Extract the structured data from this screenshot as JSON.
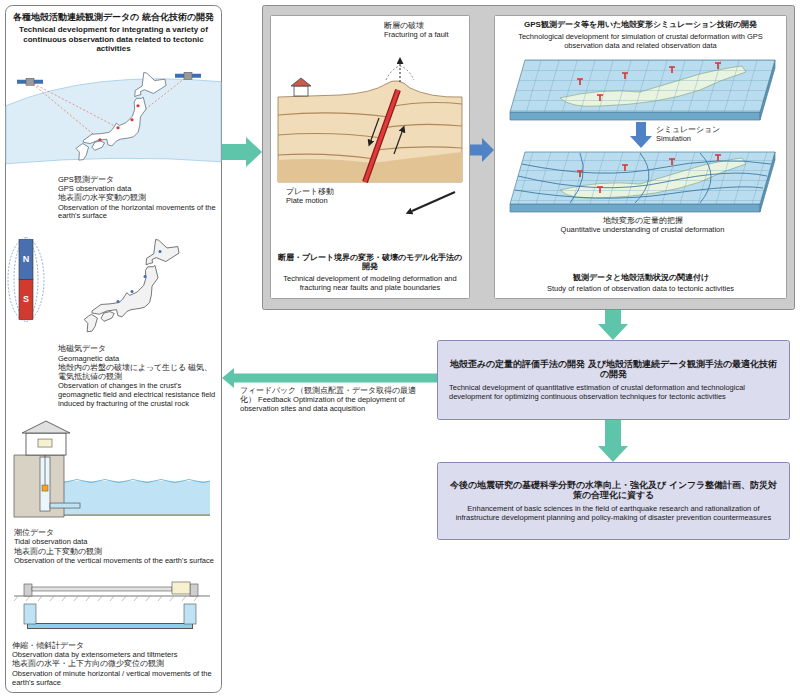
{
  "diagram": {
    "nodes": [
      {
        "text": [
          "各種地殻活動連続観測データの 統合化技術の開発",
          "Technical development for integrating a variety of continuous observation data related to tectonic activities"
        ]
      },
      {
        "text": []
      },
      {
        "text": [
          "断層・プレート境界の変形・破壊のモデル化手法の開発",
          "Technical development of modeling deformation and fracturing near faults and plate boundaries"
        ],
        "in": 1
      },
      {
        "text": [
          "GPS観測データ等を用いた地殻変形シミュレーション技術の開発",
          "Technological development for simulation of crustal deformation with GPS observation data and related observation data",
          "観測データと地殻活動状況の関連付け",
          "Study of relation of observation data to tectonic activities"
        ],
        "in": 1
      },
      {
        "text": [
          "地殻歪みの定量的評価手法の開発 及び地殻活動連続データ観測手法の最適化技術の開発",
          "Technical development of quantitative estimation of crustal deformation and technological development for optimizing continuous observation techniques for tectonic activities"
        ]
      },
      {
        "text": [
          "今後の地震研究の基礎科学分野の水準向上・強化及び インフラ整備計画、防災対策の合理化に資する",
          "Enhancement of basic sciences in the field of earthquake research and rationalization of infrastructure development planning and policy-making of disaster prevention countermeasures"
        ]
      }
    ],
    "edges": [
      {
        "from": 0,
        "to": 1,
        "arrow": "to"
      },
      {
        "from": 2,
        "to": 3,
        "arrow": "to"
      },
      {
        "from": 1,
        "to": 4,
        "arrow": "to"
      },
      {
        "from": 4,
        "to": 5,
        "arrow": "to"
      },
      {
        "from": 4,
        "to": 0,
        "arrow": "to",
        "label": "フィードバック（観測点配置・データ取得の最適化） Feedback Optimization of the deployment of observation sites and data acquisition"
      }
    ],
    "labels": [
      "GPS観測データ",
      "GPS observation data",
      "地表面の水平変動の観測",
      "Observation of the horizontal movements of the earth's surface",
      "N",
      "S",
      "地磁気データ",
      "Geomagnetic data",
      "地殻内の岩盤の破壊によって生じる 磁気、電気抵抗値の観測",
      "Observation of changes in the crust's geomagnetic field and electrical resistance field induced by fracturing of the crustal rock",
      "潮位データ",
      "Tidal observation data",
      "地表面の上下変動の観測",
      "Observation of the vertical movements of the earth's surface",
      "伸縮・傾斜計データ",
      "Observation data by extensometers and tiltmeters",
      "地表面の水平・上下方向の微少変位の観測",
      "Observation of minute horizontal / vertical movements of the earth's surface",
      "断層の破壊",
      "Fracturing of a fault",
      "プレート移動",
      "Plate motion",
      "シミュレーション",
      "Simulation",
      "地殻変形の定量的把握",
      "Quantitative understanding of crustal deformation"
    ]
  }
}
